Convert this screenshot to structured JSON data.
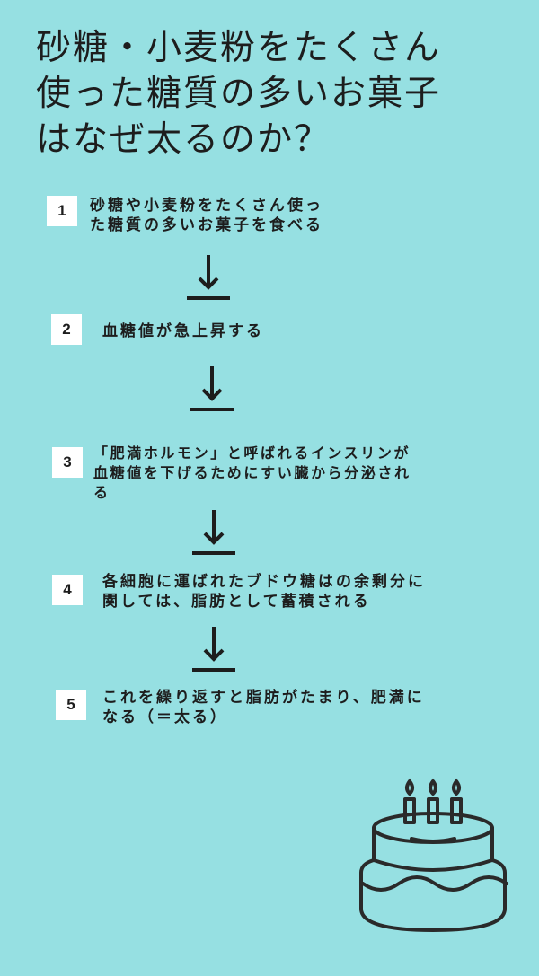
{
  "title": "砂糖・小麦粉をたくさん\n使った糖質の多いお菓子\nはなぜ太るのか？",
  "steps": [
    {
      "number": "1",
      "text": "砂糖や小麦粉をたくさん使っ\nた糖質の多いお菓子を食べる"
    },
    {
      "number": "2",
      "text": "血糖値が急上昇する"
    },
    {
      "number": "3",
      "text": "「肥満ホルモン」と呼ばれるインスリンが\n血糖値を下げるためにすい臓から分泌され\nる"
    },
    {
      "number": "4",
      "text": "各細胞に運ばれたブドウ糖はの余剰分に\n関しては、脂肪として蓄積される"
    },
    {
      "number": "5",
      "text": "これを繰り返すと脂肪がたまり、肥満に\nなる（＝太る）"
    }
  ],
  "icons": {
    "arrow": "down-arrow-to-bar-icon",
    "cake": "birthday-cake-icon"
  },
  "colors": {
    "background": "#96e0e2",
    "text": "#1d1d1d",
    "badge": "#ffffff"
  }
}
